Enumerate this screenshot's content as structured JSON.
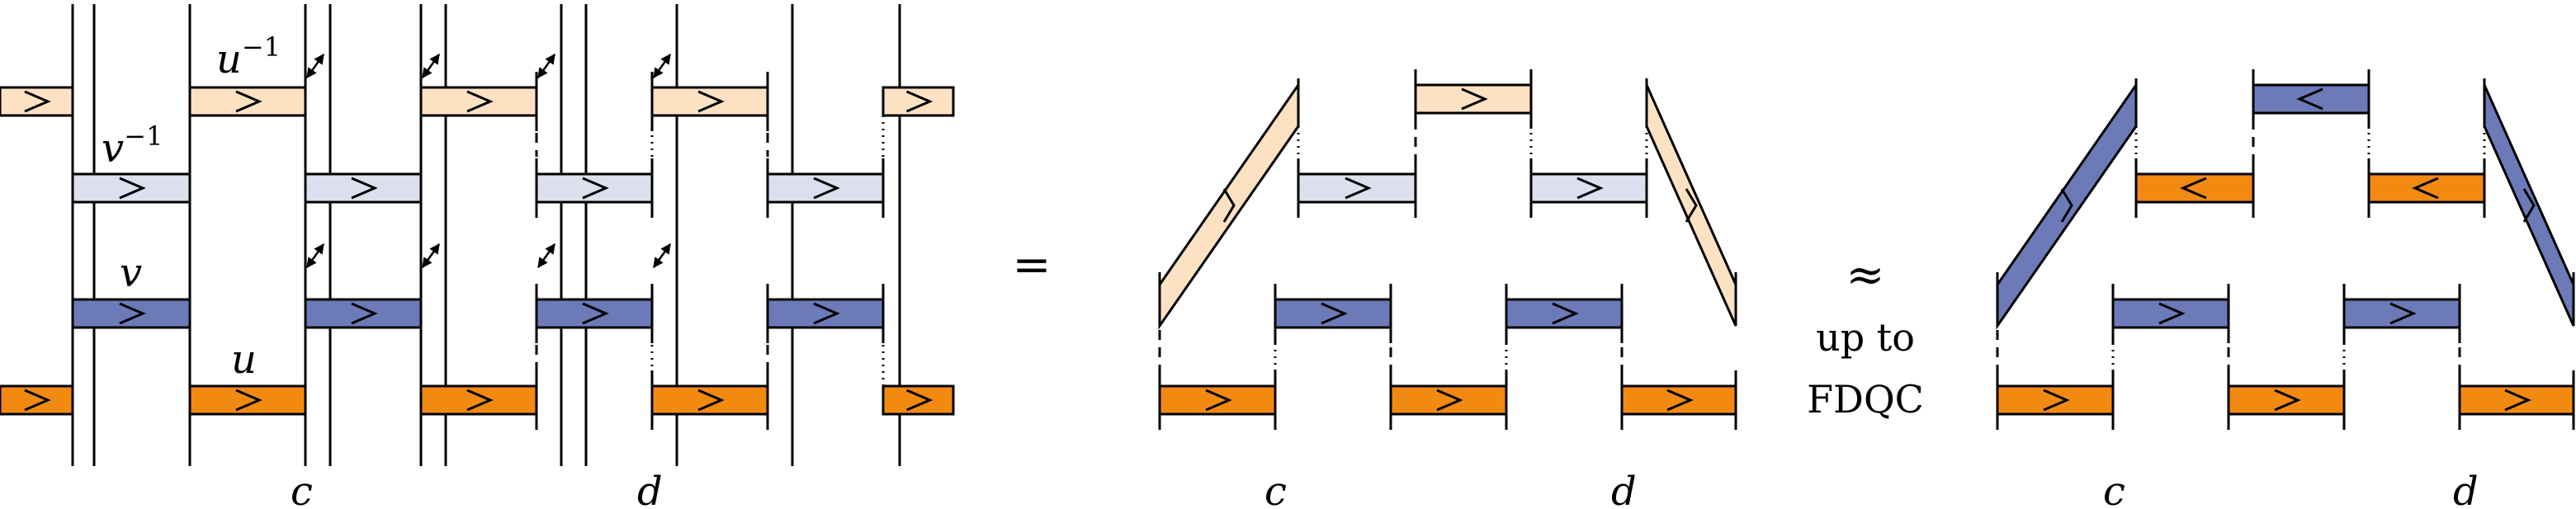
{
  "labels": {
    "u_inv": "u",
    "u_inv_sup": "−1",
    "v_inv": "v",
    "v_inv_sup": "−1",
    "v": "v",
    "u": "u",
    "c": "c",
    "d": "d",
    "equals": "=",
    "approx": "≈",
    "approx_line1": "up to",
    "approx_line2": "FDQC"
  },
  "colors": {
    "u": "#f28a12",
    "v": "#6c7ab8",
    "v_inv": "#dcdfee",
    "u_inv": "#fde1c3",
    "stroke": "#000000"
  }
}
